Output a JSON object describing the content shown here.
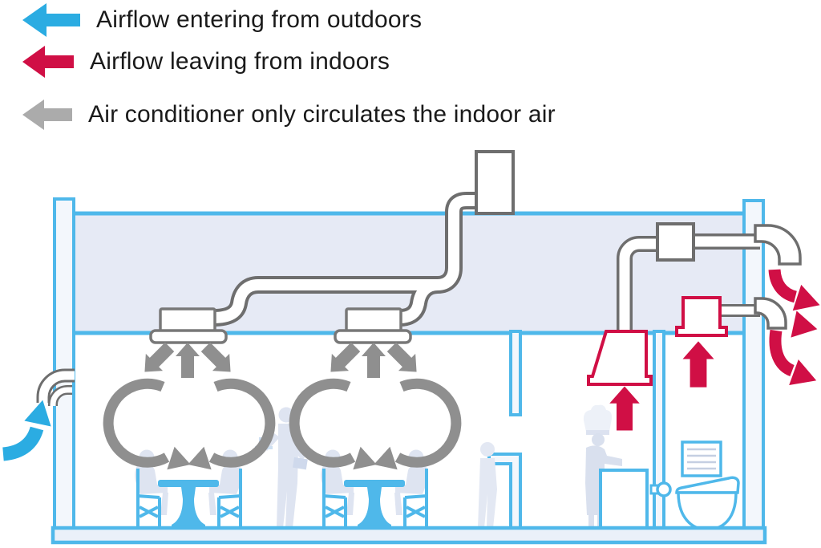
{
  "legend": {
    "items": [
      {
        "id": "inflow",
        "label": "Airflow entering from outdoors",
        "color": "#2BACE2"
      },
      {
        "id": "outflow",
        "label": "Airflow leaving from indoors",
        "color": "#D00F45"
      },
      {
        "id": "circulate",
        "label": "Air conditioner only circulates the indoor air",
        "color": "#ABABAB"
      }
    ]
  },
  "palette": {
    "wall_blue": "#4FB8EA",
    "plenum_fill": "#E6EAF5",
    "wall_fill": "#F3F7FC",
    "floor_fill": "#EAF0F9",
    "duct_gray": "#6E6E6E",
    "flow_gray": "#8F8F8F",
    "exhaust_red": "#D00F45",
    "intake_blue": "#2BACE2",
    "furniture_blue": "#4FB8EA",
    "silhouette": "#DEE4F1"
  }
}
